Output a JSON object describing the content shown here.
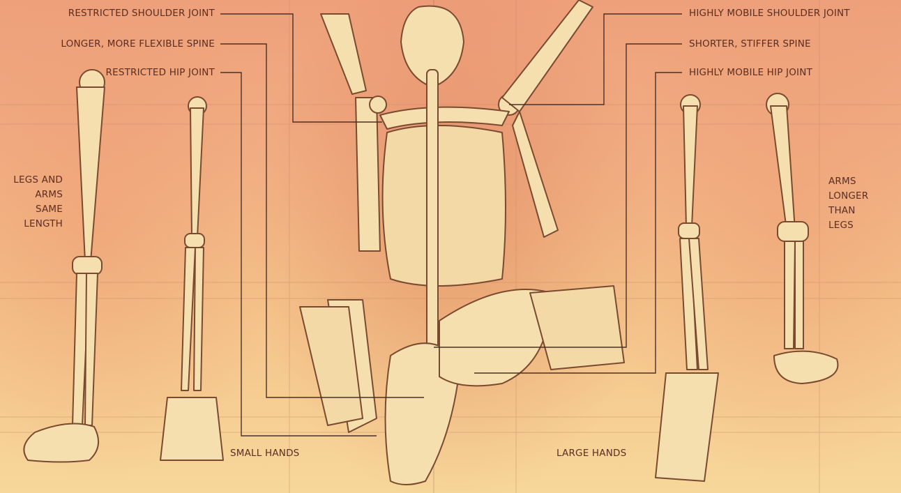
{
  "labels": {
    "restricted_shoulder": "RESTRICTED SHOULDER JOINT",
    "longer_spine": "LONGER, MORE FLEXIBLE SPINE",
    "restricted_hip": "RESTRICTED HIP JOINT",
    "mobile_shoulder": "HIGHLY MOBILE SHOULDER JOINT",
    "shorter_spine": "SHORTER, STIFFER SPINE",
    "mobile_hip": "HIGHLY MOBILE HIP JOINT",
    "legs_arms_same": [
      "LEGS AND",
      "ARMS",
      "SAME",
      "LENGTH"
    ],
    "arms_longer": [
      "ARMS",
      "LONGER",
      "THAN",
      "LEGS"
    ],
    "small_hands": "SMALL HANDS",
    "large_hands": "LARGE HANDS"
  },
  "colors": {
    "bone": "#f5dfae",
    "bone_outline": "#7a4a30",
    "leader_line": "#4a3028",
    "grid_line": "#c98a6a"
  }
}
